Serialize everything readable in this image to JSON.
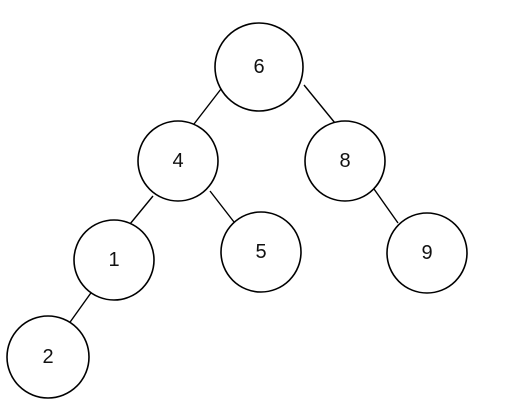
{
  "tree": {
    "nodes": [
      {
        "id": "n6",
        "label": "6"
      },
      {
        "id": "n4",
        "label": "4"
      },
      {
        "id": "n8",
        "label": "8"
      },
      {
        "id": "n1",
        "label": "1"
      },
      {
        "id": "n5",
        "label": "5"
      },
      {
        "id": "n9",
        "label": "9"
      },
      {
        "id": "n2",
        "label": "2"
      }
    ],
    "edges": [
      {
        "from": "6",
        "to": "4"
      },
      {
        "from": "6",
        "to": "8"
      },
      {
        "from": "4",
        "to": "1"
      },
      {
        "from": "4",
        "to": "5"
      },
      {
        "from": "8",
        "to": "9"
      },
      {
        "from": "1",
        "to": "2"
      }
    ]
  },
  "colors": {
    "stroke": "#000000",
    "fill": "#ffffff",
    "text": "#111111"
  }
}
